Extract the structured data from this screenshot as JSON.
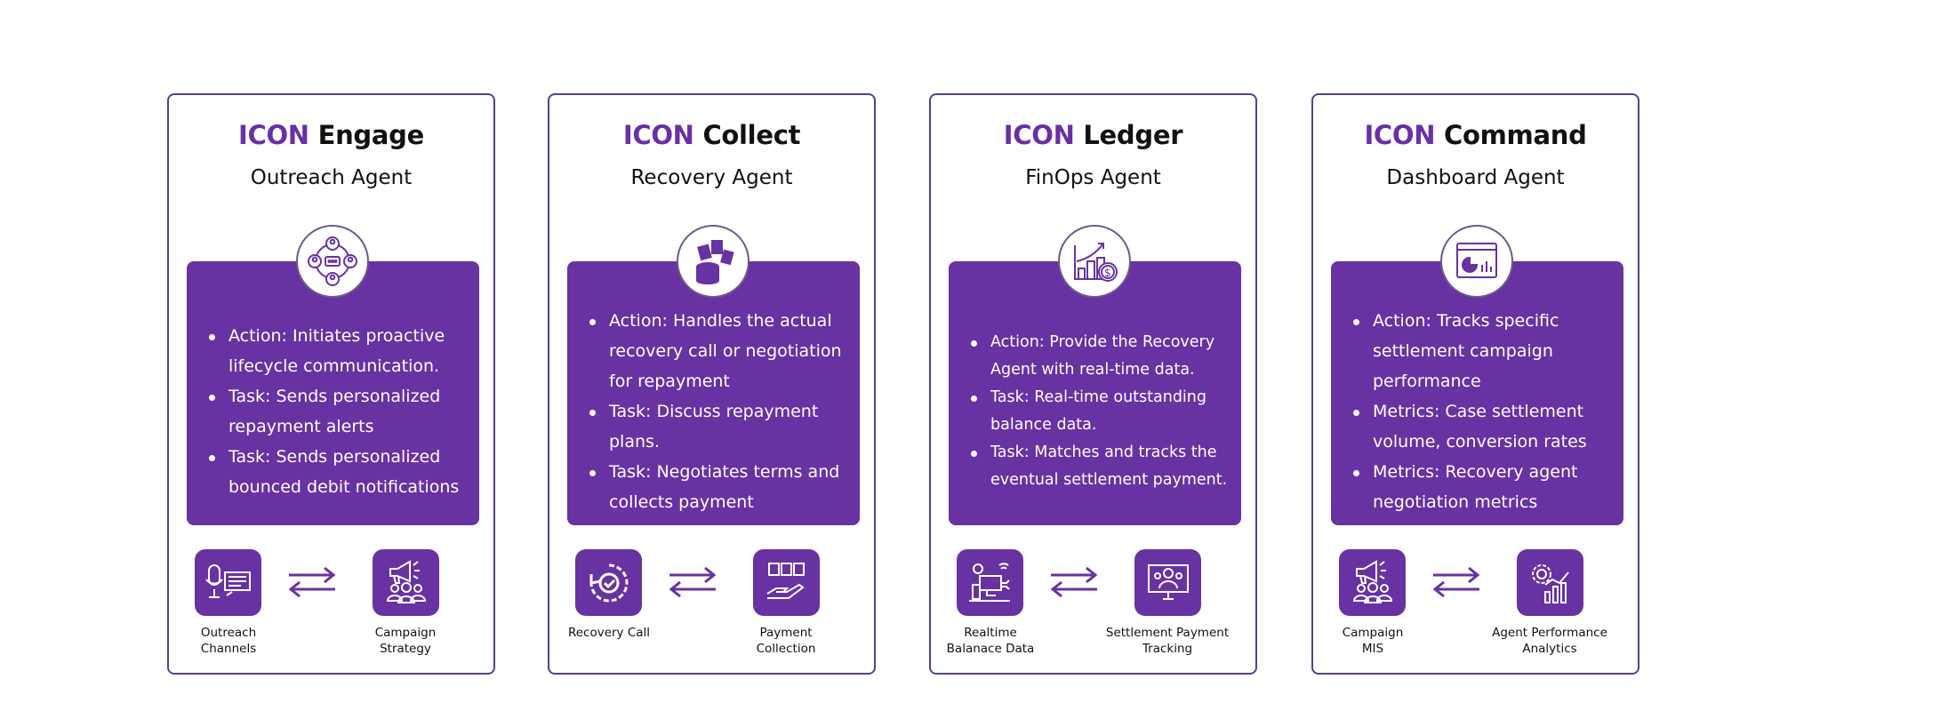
{
  "colors": {
    "brand": "#6a2fa6",
    "panel": "#6832a2",
    "border": "#5a3f86"
  },
  "cards": [
    {
      "brand": "ICON",
      "name": "Engage",
      "subtitle": "Outreach Agent",
      "icon": "people-network-chat-icon",
      "bullets": [
        "Action: Initiates proactive lifecycle communication.",
        "Task: Sends personalized repayment alerts",
        "Task: Sends personalized bounced debit notifications"
      ],
      "left": {
        "label1": "Outreach",
        "label2": "Channels",
        "icon": "microphone-screen-icon"
      },
      "right": {
        "label1": "Campaign",
        "label2": "Strategy",
        "icon": "megaphone-audience-icon"
      }
    },
    {
      "brand": "ICON",
      "name": "Collect",
      "subtitle": "Recovery Agent",
      "icon": "database-documents-icon",
      "bullets": [
        "Action: Handles the actual recovery call or negotiation for repayment",
        "Task: Discuss repayment plans.",
        "Task: Negotiates terms and collects payment"
      ],
      "left": {
        "label1": "Recovery Call",
        "label2": "",
        "icon": "recovery-cycle-icon"
      },
      "right": {
        "label1": "Payment",
        "label2": "Collection",
        "icon": "payment-hand-icon"
      }
    },
    {
      "brand": "ICON",
      "name": "Ledger",
      "subtitle": "FinOps Agent",
      "icon": "growth-chart-coin-icon",
      "bullets": [
        "Action: Provide the Recovery Agent with real-time data.",
        "Task: Real-time outstanding balance data.",
        "Task: Matches and tracks the eventual settlement payment."
      ],
      "left": {
        "label1": "Realtime",
        "label2": "Balanace Data",
        "icon": "computer-network-icon"
      },
      "right": {
        "label1": "Settlement Payment",
        "label2": "Tracking",
        "icon": "monitor-team-icon"
      }
    },
    {
      "brand": "ICON",
      "name": "Command",
      "subtitle": "Dashboard Agent",
      "icon": "dashboard-window-icon",
      "bullets": [
        "Action: Tracks specific settlement campaign performance",
        "Metrics: Case settlement volume, conversion rates",
        "Metrics: Recovery agent negotiation metrics"
      ],
      "left": {
        "label1": "Campaign",
        "label2": "MIS",
        "icon": "megaphone-audience-icon"
      },
      "right": {
        "label1": "Agent Performance",
        "label2": "Analytics",
        "icon": "gear-analytics-icon"
      }
    }
  ]
}
